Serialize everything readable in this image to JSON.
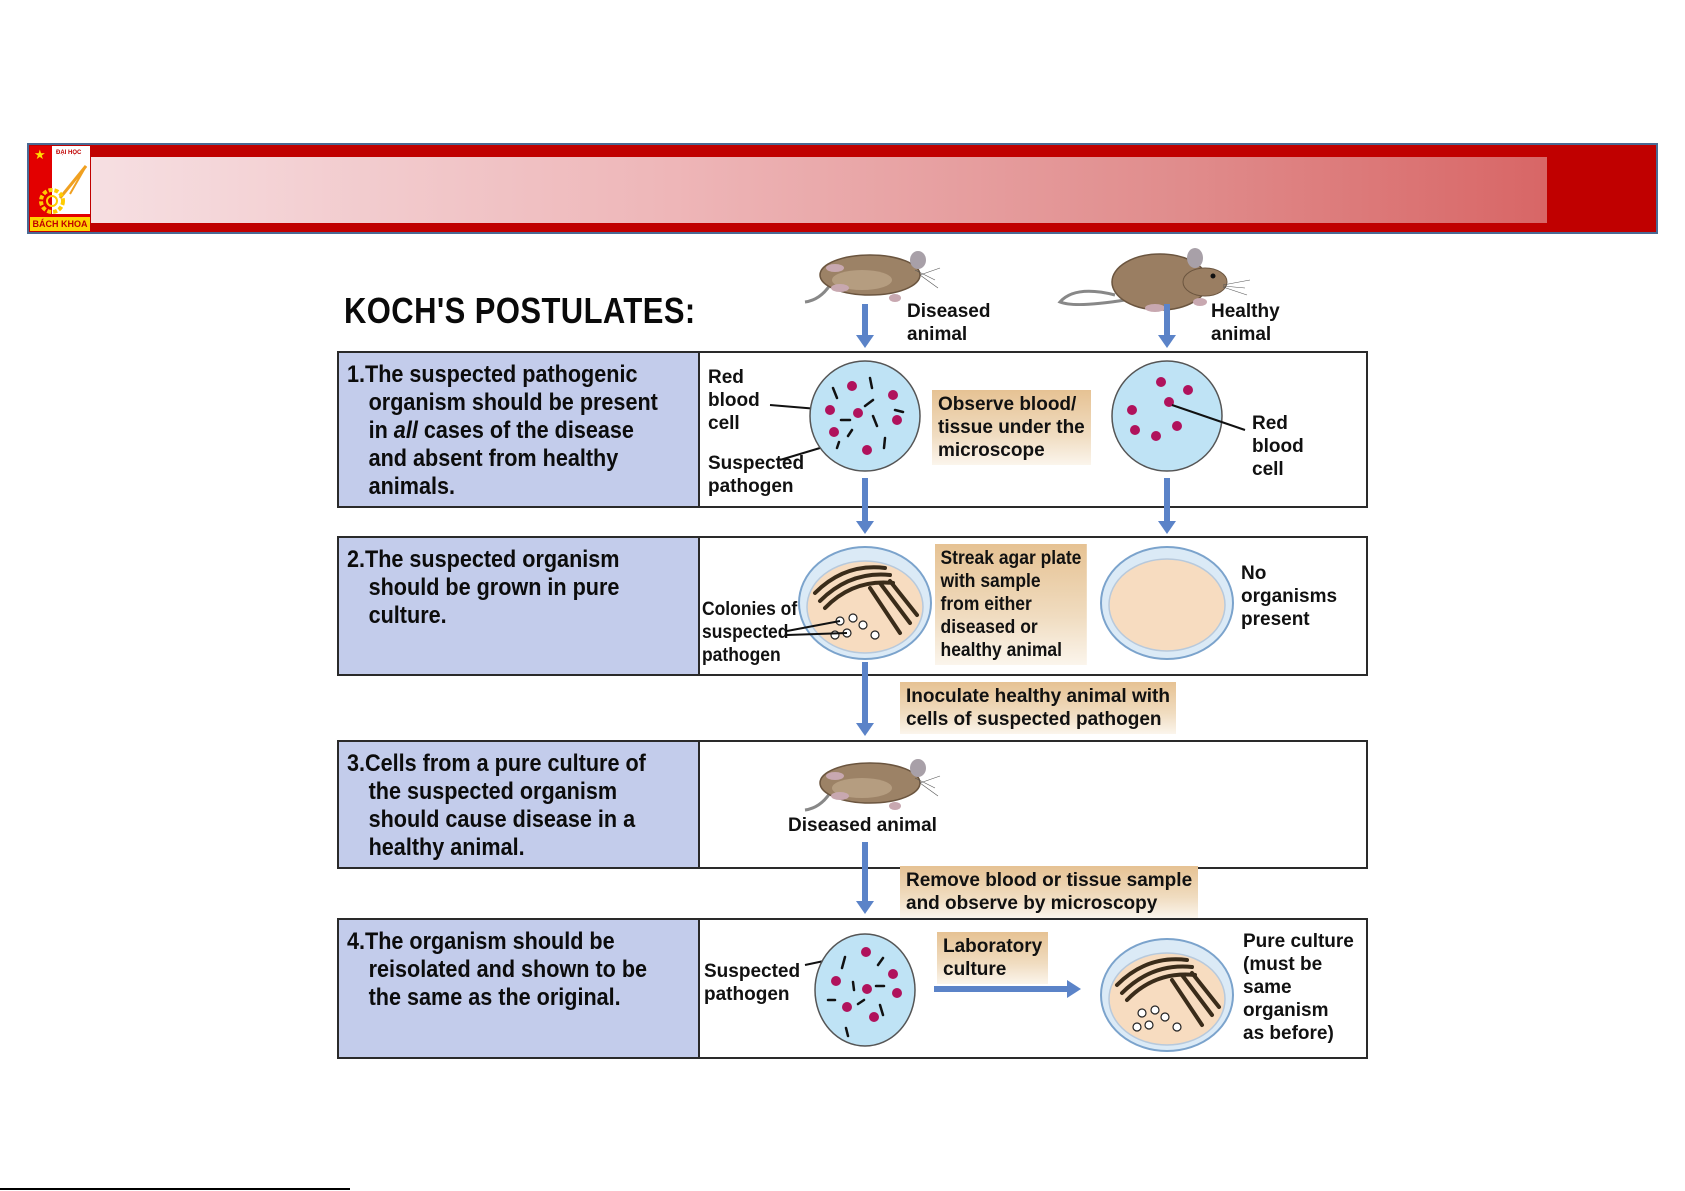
{
  "header": {
    "logo": {
      "top_text": "ĐẠI HỌC",
      "bottom_text": "BÁCH KHOA",
      "star_icon": "star-icon"
    },
    "colors": {
      "bar": "#c00000",
      "border": "#4a6a94",
      "logo_red": "#e30000",
      "logo_yellow": "#ffd400"
    }
  },
  "diagram": {
    "title": "KOCH'S POSTULATES:",
    "top_labels": {
      "diseased_animal": [
        "Diseased",
        "animal"
      ],
      "healthy_animal": [
        "Healthy",
        "animal"
      ]
    },
    "postulates": [
      {
        "number": "1.",
        "lines": [
          "The suspected pathogenic",
          "organism should be present",
          "in all cases of the disease",
          "and absent from healthy",
          "animals."
        ],
        "emphasis": "all",
        "labels": {
          "red_blood_cell_left": [
            "Red",
            "blood",
            "cell"
          ],
          "suspected_pathogen": [
            "Suspected",
            "pathogen"
          ],
          "step": [
            "Observe blood/",
            "tissue under the",
            "microscope"
          ],
          "red_blood_cell_right": [
            "Red",
            "blood",
            "cell"
          ]
        }
      },
      {
        "number": "2.",
        "lines": [
          "The suspected organism",
          "should be grown in pure",
          "culture."
        ],
        "labels": {
          "colonies": [
            "Colonies of",
            "suspected",
            "pathogen"
          ],
          "step": [
            "Streak agar plate",
            "with sample",
            "from either",
            "diseased or",
            "healthy animal"
          ],
          "no_organisms": [
            "No",
            "organisms",
            "present"
          ]
        }
      },
      {
        "number": "3.",
        "lines": [
          "Cells from a pure culture of",
          "the suspected organism",
          "should cause disease in a",
          "healthy animal."
        ],
        "labels": {
          "diseased_animal": "Diseased animal"
        }
      },
      {
        "number": "4.",
        "lines": [
          "The organism should be",
          "reisolated and shown to be",
          "the same as the original."
        ],
        "labels": {
          "suspected_pathogen": [
            "Suspected",
            "pathogen"
          ],
          "step": [
            "Laboratory",
            "culture"
          ],
          "pure_culture": [
            "Pure culture",
            "(must be",
            "same",
            "organism",
            "as before)"
          ]
        }
      }
    ],
    "between_steps": {
      "inoculate": [
        "Inoculate healthy animal with",
        "cells of suspected pathogen"
      ],
      "remove_blood": [
        "Remove blood or tissue sample",
        "and observe by microscopy"
      ]
    },
    "colors": {
      "postulate_panel": "#c3cceb",
      "arrow": "#5b83c8",
      "microscope_field": "#bfe3f5",
      "red_blood_cell": "#b0125c",
      "agar": "#f7dcc0",
      "label_tan": "#e6c293"
    }
  }
}
